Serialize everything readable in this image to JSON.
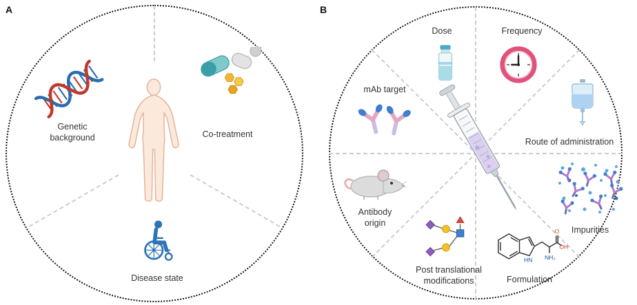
{
  "figure": {
    "panel_a": {
      "label": "A",
      "center_icon": "human-body-icon",
      "sectors": [
        {
          "label": "Genetic background",
          "icon": "dna-icon"
        },
        {
          "label": "Co-treatment",
          "icon": "capsules-icon"
        },
        {
          "label": "Disease state",
          "icon": "wheelchair-icon"
        }
      ]
    },
    "panel_b": {
      "label": "B",
      "center_icon": "syringe-icon",
      "sectors": [
        {
          "label": "Dose",
          "icon": "vial-icon"
        },
        {
          "label": "Frequency",
          "icon": "clock-icon"
        },
        {
          "label": "Route of administration",
          "icon": "iv-bag-icon"
        },
        {
          "label": "Impurities",
          "icon": "antibody-scatter-icon"
        },
        {
          "label": "Formulation",
          "icon": "chemical-structure-icon"
        },
        {
          "label": "Post translational modifications",
          "icon": "glycan-icon"
        },
        {
          "label": "Antibody origin",
          "icon": "mouse-icon"
        },
        {
          "label": "mAb target",
          "icon": "antibody-icon"
        }
      ],
      "formulation_atoms": {
        "o": "O",
        "oh": "OH",
        "nh2": "NH₂",
        "hn": "HN"
      }
    },
    "colors": {
      "circle_border": "#161616",
      "divider": "#cccccc",
      "label_text": "#333333",
      "teal": "#3fa8b8",
      "yellow": "#f0b429",
      "blue": "#2e74b5",
      "pink_red": "#e0527a",
      "purple": "#8e5bbf"
    }
  }
}
